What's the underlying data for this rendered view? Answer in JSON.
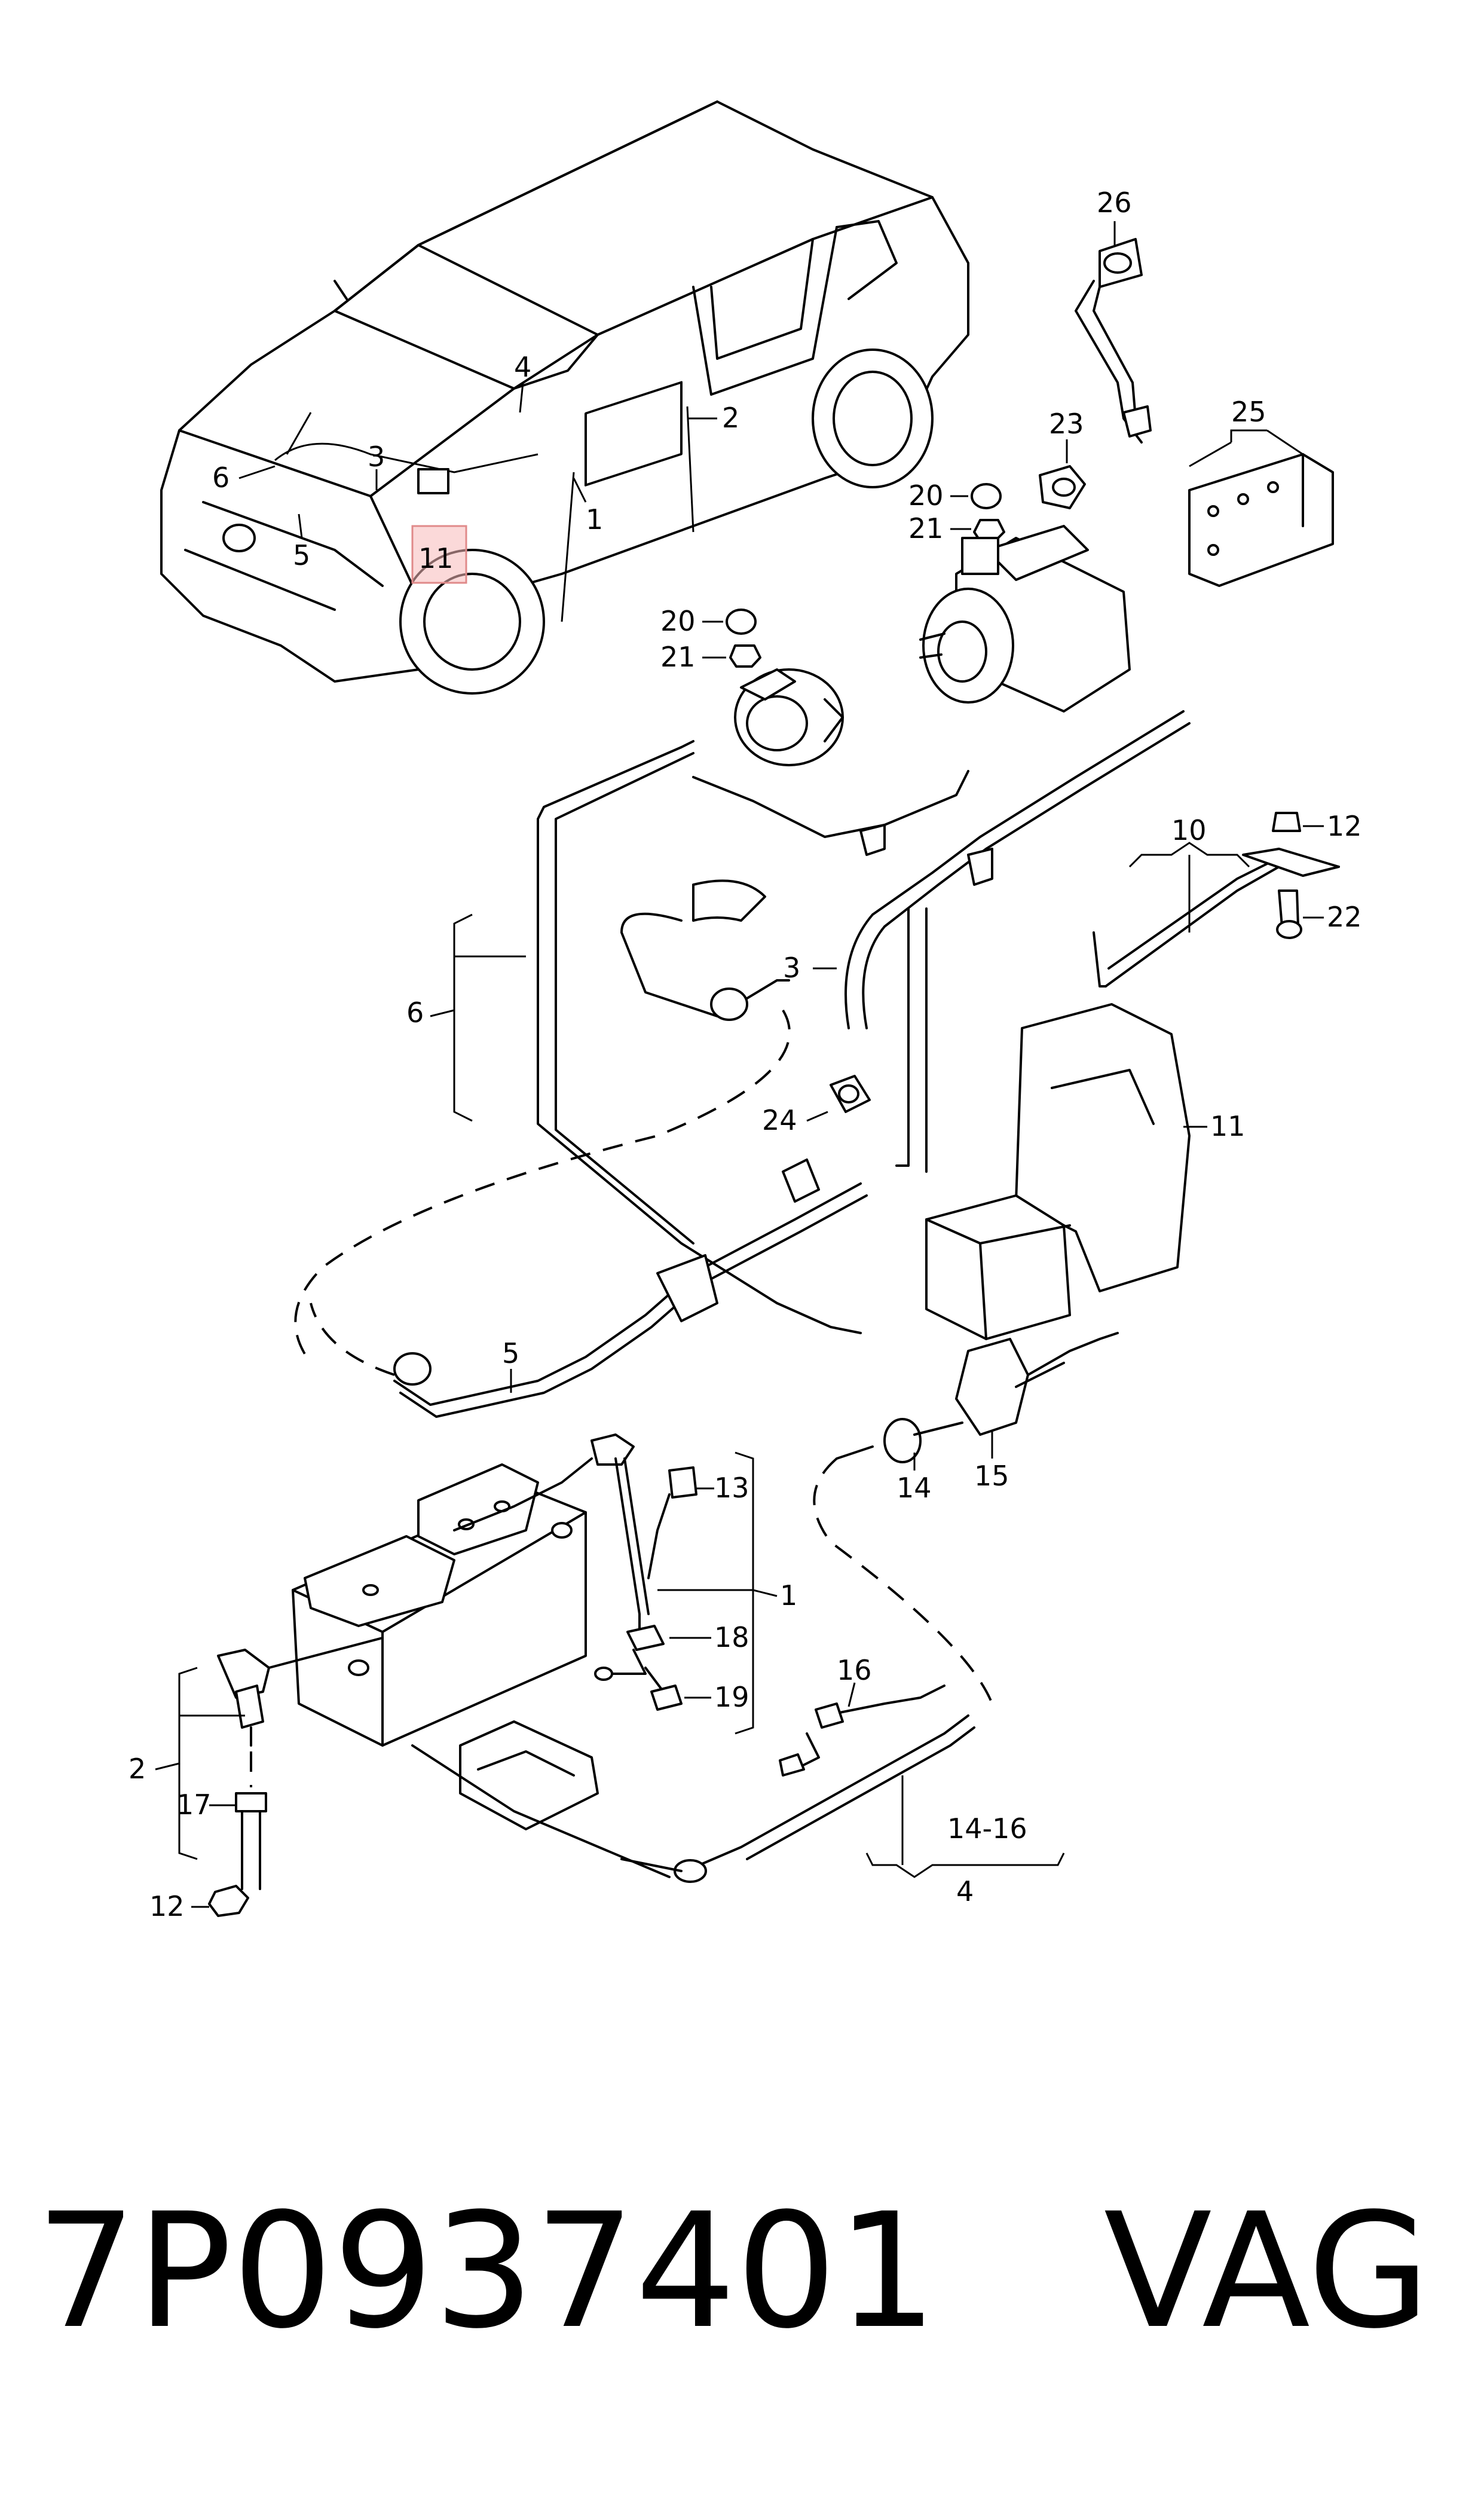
{
  "callouts": {
    "c26": "26",
    "c23": "23",
    "c25": "25",
    "c20a": "20",
    "c21a": "21",
    "c20b": "20",
    "c21b": "21",
    "c4car": "4",
    "c2car": "2",
    "c3car": "3",
    "c6car": "6",
    "c5car": "5",
    "c1car": "1",
    "c11car": "11",
    "c10": "10",
    "c12a": "12",
    "c22": "22",
    "c6": "6",
    "c3": "3",
    "c24": "24",
    "c11": "11",
    "c5": "5",
    "c13": "13",
    "c1": "1",
    "c18": "18",
    "c19": "19",
    "c2": "2",
    "c17": "17",
    "c12b": "12",
    "c14": "14",
    "c15": "15",
    "c16": "16",
    "c1416": "14-16",
    "c4": "4"
  },
  "footer": {
    "part_number": "7P0937401",
    "brand": "VAG"
  },
  "highlight_color": "#f7b9b9"
}
